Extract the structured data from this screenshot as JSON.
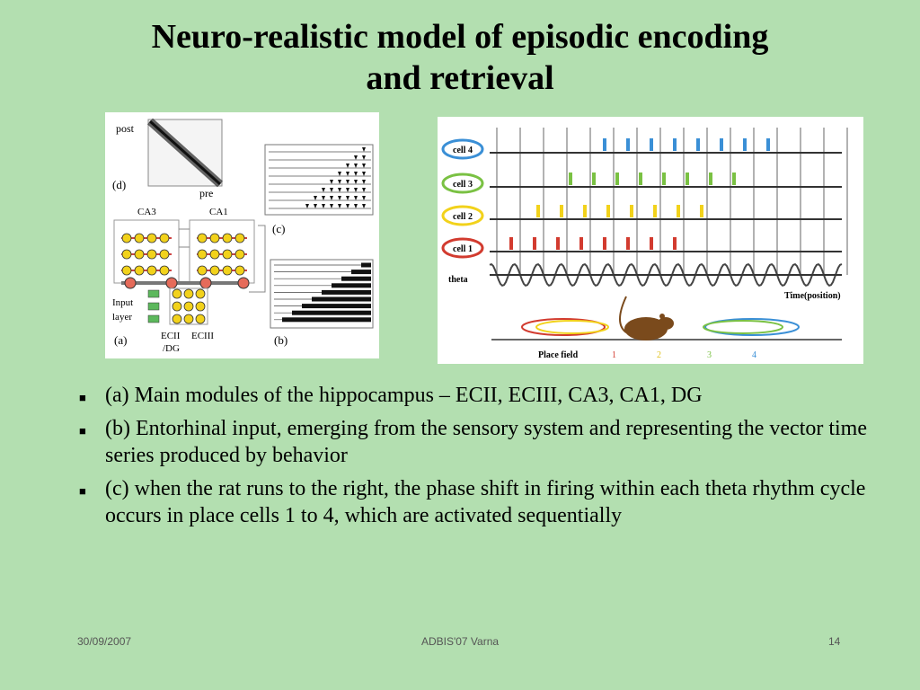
{
  "slide": {
    "title_line1": "Neuro-realistic model of episodic encoding",
    "title_line2": "and retrieval",
    "bullets": [
      "(a) Main modules of the hippocampus – ECII, ECIII, CA3, CA1, DG",
      "(b) Entorhinal input, emerging from the sensory system and representing the vector time series produced by behavior",
      "(c) when the rat runs to the right, the phase shift in firing within each theta rhythm cycle occurs in place cells 1 to 4, which are activated sequentially"
    ],
    "bullet_marker": "■"
  },
  "figure_left": {
    "labels": {
      "post": "post",
      "pre": "pre",
      "d": "(d)",
      "c": "(c)",
      "b": "(b)",
      "a": "(a)",
      "ca3": "CA3",
      "ca1": "CA1",
      "input": "Input",
      "layer": "layer",
      "ecii": "ECII",
      "dg": "/DG",
      "eciii": "ECIII"
    }
  },
  "figure_right": {
    "cells": [
      "cell 4",
      "cell 3",
      "cell 2",
      "cell 1"
    ],
    "cell_colors": [
      "#3a8fd6",
      "#7ac143",
      "#f2d21b",
      "#d23b2f"
    ],
    "theta_label": "theta",
    "time_label": "Time(position)",
    "place_field_label": "Place field",
    "place_numbers": [
      "1",
      "2",
      "3",
      "4"
    ]
  },
  "footer": {
    "date": "30/09/2007",
    "conference": "ADBIS'07 Varna",
    "page": "14"
  }
}
